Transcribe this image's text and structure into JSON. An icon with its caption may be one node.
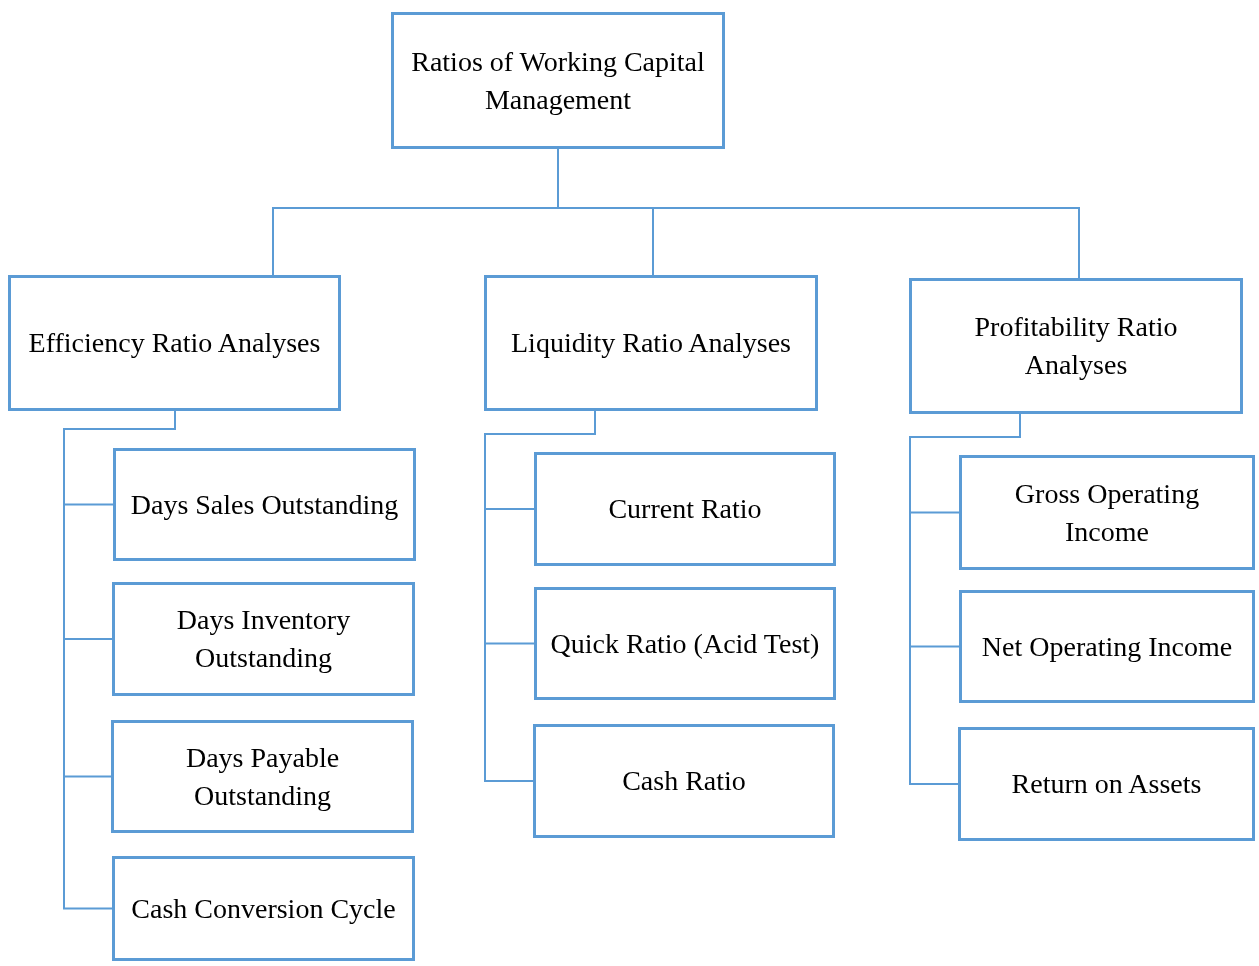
{
  "diagram": {
    "nodes": [
      {
        "text": [
          "Ratios of Working Capital Management"
        ]
      },
      {
        "text": [
          "Efficiency Ratio Analyses"
        ]
      },
      {
        "text": [
          "Liquidity Ratio Analyses"
        ]
      },
      {
        "text": [
          "Profitability Ratio Analyses"
        ]
      },
      {
        "text": [
          "Days Sales Outstanding"
        ]
      },
      {
        "text": [
          "Days Inventory Outstanding"
        ]
      },
      {
        "text": [
          "Days Payable Outstanding"
        ]
      },
      {
        "text": [
          "Cash Conversion Cycle"
        ]
      },
      {
        "text": [
          "Current Ratio"
        ]
      },
      {
        "text": [
          "Quick Ratio (Acid Test)"
        ]
      },
      {
        "text": [
          "Cash Ratio"
        ]
      },
      {
        "text": [
          "Gross Operating Income"
        ]
      },
      {
        "text": [
          "Net Operating Income"
        ]
      },
      {
        "text": [
          "Return on Assets"
        ]
      }
    ],
    "edges": [
      {
        "from": 0,
        "to": 1,
        "arrow": "none"
      },
      {
        "from": 0,
        "to": 2,
        "arrow": "none"
      },
      {
        "from": 0,
        "to": 3,
        "arrow": "none"
      },
      {
        "from": 1,
        "to": 4,
        "arrow": "none"
      },
      {
        "from": 1,
        "to": 5,
        "arrow": "none"
      },
      {
        "from": 1,
        "to": 6,
        "arrow": "none"
      },
      {
        "from": 1,
        "to": 7,
        "arrow": "none"
      },
      {
        "from": 2,
        "to": 8,
        "arrow": "none"
      },
      {
        "from": 2,
        "to": 9,
        "arrow": "none"
      },
      {
        "from": 2,
        "to": 10,
        "arrow": "none"
      },
      {
        "from": 3,
        "to": 11,
        "arrow": "none"
      },
      {
        "from": 3,
        "to": 12,
        "arrow": "none"
      },
      {
        "from": 3,
        "to": 13,
        "arrow": "none"
      }
    ]
  }
}
